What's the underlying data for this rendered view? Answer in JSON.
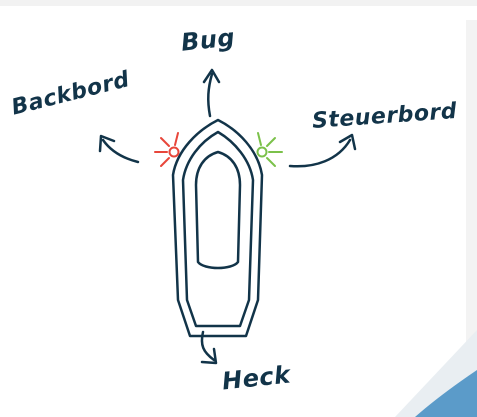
{
  "labels": {
    "bow": "Bug",
    "port": "Backbord",
    "starboard": "Steuerbord",
    "stern": "Heck"
  },
  "colors": {
    "ink": "#123449",
    "port_light": "#e8463a",
    "starboard_light": "#7bc14a",
    "paper": "#ffffff",
    "page_curl": "#5b9bc9"
  }
}
